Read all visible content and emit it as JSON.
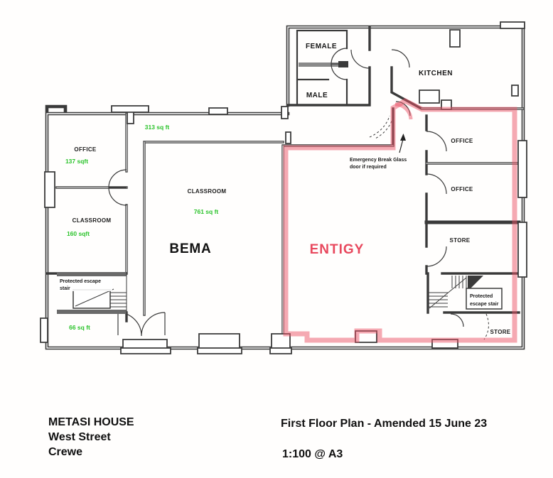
{
  "colors": {
    "wall": "#3a3a3a",
    "area_green": "#2bc32b",
    "entigy_red": "#e8495e",
    "highlight_pink": "#ec5468"
  },
  "title_block": {
    "building": "METASI HOUSE",
    "address_line_2": "West Street",
    "address_line_3": "Crewe",
    "drawing_title": "First Floor Plan - Amended 15 June 23",
    "scale": "1:100 @ A3"
  },
  "rooms": {
    "female": {
      "label": "FEMALE"
    },
    "male": {
      "label": "MALE"
    },
    "kitchen": {
      "label": "KITCHEN"
    },
    "office_left": {
      "label": "OFFICE",
      "area": "137 sqft"
    },
    "classroom_left": {
      "label": "CLASSROOM",
      "area": "160 sqft"
    },
    "classroom_main": {
      "label": "CLASSROOM",
      "area": "761 sq ft"
    },
    "bema": {
      "label": "BEMA"
    },
    "entigy": {
      "label": "ENTIGY"
    },
    "office_right_upper": {
      "label": "OFFICE"
    },
    "office_right_lower": {
      "label": "OFFICE"
    },
    "store_right": {
      "label": "STORE"
    },
    "store_bottom_right": {
      "label": "STORE"
    },
    "corridor": {
      "area": "313 sq ft"
    },
    "entrance_lobby": {
      "area": "66 sq ft"
    }
  },
  "annotations": {
    "emergency_door": {
      "line1": "Emergency Break Glass",
      "line2": "door if required"
    },
    "stair_left": {
      "line1": "Protected escape",
      "line2": "stair"
    },
    "stair_right": {
      "line1": "Protected",
      "line2": "escape stair"
    }
  }
}
